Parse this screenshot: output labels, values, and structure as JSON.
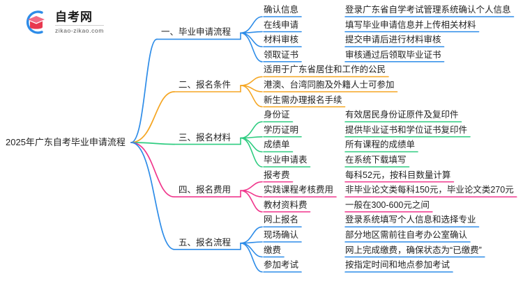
{
  "logo": {
    "name": "zikao-logo",
    "cn_text": "自考网",
    "url_text": "zikao-zikao.com",
    "arc_color": "#2d8ce8",
    "cap_color": "#e8384f",
    "cap_shade": "#f06a85"
  },
  "root": {
    "label": "2025年广东自考毕业申请流程"
  },
  "colors": {
    "blue": "#2d8ce8",
    "orange": "#f5a623",
    "green": "#2ecc80",
    "pink": "#f0368c"
  },
  "branches": [
    {
      "label": "一、毕业申请流程",
      "color": "#2d8ce8",
      "children": [
        {
          "label": "确认信息",
          "detail": "登录广东省自学考试管理系统确认个人信息"
        },
        {
          "label": "在线申请",
          "detail": "填写毕业申请信息并上传相关材料"
        },
        {
          "label": "材料审核",
          "detail": "提交申请后进行材料审核"
        },
        {
          "label": "领取证书",
          "detail": "审核通过后领取毕业证书"
        }
      ]
    },
    {
      "label": "二、报名条件",
      "color": "#f5a623",
      "children": [
        {
          "label": "适用于广东省居住和工作的公民",
          "detail": ""
        },
        {
          "label": "港澳、台湾同胞及外籍人士可参加",
          "detail": ""
        },
        {
          "label": "新生需办理报名手续",
          "detail": ""
        }
      ]
    },
    {
      "label": "三、报名材料",
      "color": "#2ecc80",
      "children": [
        {
          "label": "身份证",
          "detail": "有效居民身份证原件及复印件"
        },
        {
          "label": "学历证明",
          "detail": "提供毕业证书和学位证书复印件"
        },
        {
          "label": "成绩单",
          "detail": "所有课程的成绩单"
        },
        {
          "label": "毕业申请表",
          "detail": "在系统下载填写"
        }
      ]
    },
    {
      "label": "四、报名费用",
      "color": "#f0368c",
      "children": [
        {
          "label": "报考费",
          "detail": "每科52元，按科目数量计算"
        },
        {
          "label": "实践课程考核费用",
          "detail": "非毕业论文类每科150元，毕业论文类270元"
        },
        {
          "label": "教材资料费",
          "detail": "一般在300-600元之间"
        }
      ]
    },
    {
      "label": "五、报名流程",
      "color": "#2d8ce8",
      "children": [
        {
          "label": "网上报名",
          "detail": "登录系统填写个人信息和选择专业"
        },
        {
          "label": "现场确认",
          "detail": "部分地区需前往自考办公室确认"
        },
        {
          "label": "缴费",
          "detail": "网上完成缴费，确保状态为“已缴费”"
        },
        {
          "label": "参加考试",
          "detail": "按指定时间和地点参加考试"
        }
      ]
    }
  ]
}
